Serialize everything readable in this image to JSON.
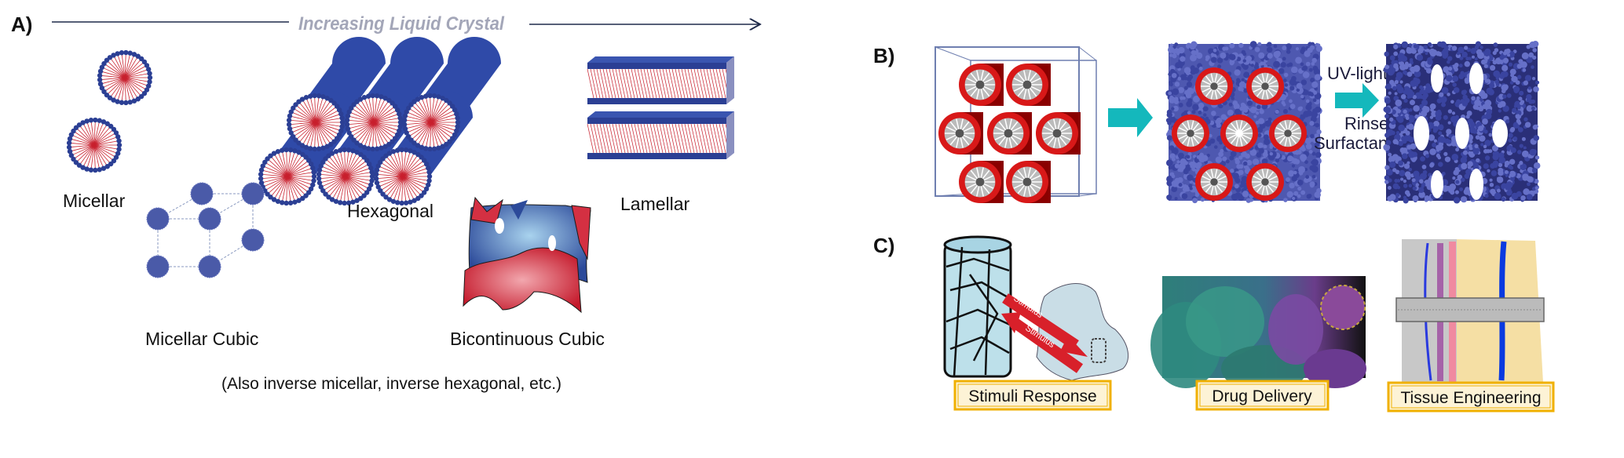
{
  "panel_a": {
    "label": "A)",
    "trend_text": "Increasing Liquid Crystal",
    "phases": {
      "micellar": "Micellar",
      "hexagonal": "Hexagonal",
      "lamellar": "Lamellar",
      "micellar_cubic": "Micellar Cubic",
      "bicontinuous_cubic": "Bicontinuous Cubic"
    },
    "note": "(Also inverse micellar, inverse hexagonal, etc.)"
  },
  "panel_b": {
    "label": "B)",
    "step_text_top": "UV-light",
    "step_text_mid": "Rinse",
    "step_text_bottom": "Surfactant"
  },
  "panel_c": {
    "label": "C)",
    "applications": [
      "Stimuli Response",
      "Drug Delivery",
      "Tissue Engineering"
    ],
    "stimulus_text": "Stimulus"
  },
  "colors": {
    "head_blue": "#2b3f94",
    "tail_red": "#c8202e",
    "arrow_teal": "#14b8bc",
    "label_border": "#f0b000",
    "label_fill": "#fdf3d6"
  }
}
